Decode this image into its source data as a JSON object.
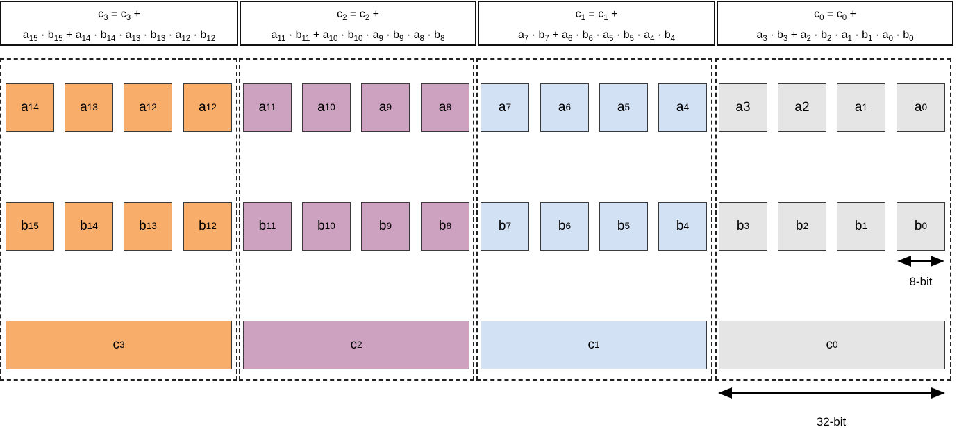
{
  "colors": {
    "orange": "#f9ad6a",
    "purple": "#cda1c0",
    "blue": "#d3e1f5",
    "gray": "#e5e5e5"
  },
  "lanes": [
    {
      "header": {
        "line1": [
          [
            "t",
            "c"
          ],
          [
            "s",
            "3"
          ],
          [
            "t",
            " = c"
          ],
          [
            "s",
            "3"
          ],
          [
            "t",
            " +"
          ]
        ],
        "line2": [
          [
            "t",
            "a"
          ],
          [
            "s",
            "15"
          ],
          [
            "t",
            " · b"
          ],
          [
            "s",
            "15"
          ],
          [
            "t",
            " + a"
          ],
          [
            "s",
            "14"
          ],
          [
            "t",
            " · b"
          ],
          [
            "s",
            "14"
          ],
          [
            "t",
            " · a"
          ],
          [
            "s",
            "13"
          ],
          [
            "t",
            " · b"
          ],
          [
            "s",
            "13"
          ],
          [
            "t",
            " · a"
          ],
          [
            "s",
            "12"
          ],
          [
            "t",
            " · b"
          ],
          [
            "s",
            "12"
          ]
        ]
      },
      "a_cells": [
        [
          "a",
          "14"
        ],
        [
          "a",
          "13"
        ],
        [
          "a",
          "12"
        ],
        [
          "a",
          "12"
        ]
      ],
      "b_cells": [
        [
          "b",
          "15"
        ],
        [
          "b",
          "14"
        ],
        [
          "b",
          "13"
        ],
        [
          "b",
          "12"
        ]
      ],
      "acc": [
        "c",
        "3"
      ]
    },
    {
      "header": {
        "line1": [
          [
            "t",
            "c"
          ],
          [
            "s",
            "2"
          ],
          [
            "t",
            " = c"
          ],
          [
            "s",
            "2"
          ],
          [
            "t",
            " +"
          ]
        ],
        "line2": [
          [
            "t",
            "a"
          ],
          [
            "s",
            "11"
          ],
          [
            "t",
            " · b"
          ],
          [
            "s",
            "11"
          ],
          [
            "t",
            " + a"
          ],
          [
            "s",
            "10"
          ],
          [
            "t",
            " · b"
          ],
          [
            "s",
            "10"
          ],
          [
            "t",
            " · a"
          ],
          [
            "s",
            "9"
          ],
          [
            "t",
            " · b"
          ],
          [
            "s",
            "9"
          ],
          [
            "t",
            " · a"
          ],
          [
            "s",
            "8"
          ],
          [
            "t",
            " · b"
          ],
          [
            "s",
            "8"
          ]
        ]
      },
      "a_cells": [
        [
          "a",
          "11"
        ],
        [
          "a",
          "10"
        ],
        [
          "a",
          "9"
        ],
        [
          "a",
          "8"
        ]
      ],
      "b_cells": [
        [
          "b",
          "11"
        ],
        [
          "b",
          "10"
        ],
        [
          "b",
          "9"
        ],
        [
          "b",
          "8"
        ]
      ],
      "acc": [
        "c",
        "2"
      ]
    },
    {
      "header": {
        "line1": [
          [
            "t",
            "c"
          ],
          [
            "s",
            "1"
          ],
          [
            "t",
            " = c"
          ],
          [
            "s",
            "1"
          ],
          [
            "t",
            " +"
          ]
        ],
        "line2": [
          [
            "t",
            "a"
          ],
          [
            "s",
            "7"
          ],
          [
            "t",
            " · b"
          ],
          [
            "s",
            "7"
          ],
          [
            "t",
            " + a"
          ],
          [
            "s",
            "6"
          ],
          [
            "t",
            " · b"
          ],
          [
            "s",
            "6"
          ],
          [
            "t",
            " · a"
          ],
          [
            "s",
            "5"
          ],
          [
            "t",
            " · b"
          ],
          [
            "s",
            "5"
          ],
          [
            "t",
            " · a"
          ],
          [
            "s",
            "4"
          ],
          [
            "t",
            " · b"
          ],
          [
            "s",
            "4"
          ]
        ]
      },
      "a_cells": [
        [
          "a",
          "7"
        ],
        [
          "a",
          "6"
        ],
        [
          "a",
          "5"
        ],
        [
          "a",
          "4"
        ]
      ],
      "b_cells": [
        [
          "b",
          "7"
        ],
        [
          "b",
          "6"
        ],
        [
          "b",
          "5"
        ],
        [
          "b",
          "4"
        ]
      ],
      "acc": [
        "c",
        "1"
      ]
    },
    {
      "header": {
        "line1": [
          [
            "t",
            "c"
          ],
          [
            "s",
            "0"
          ],
          [
            "t",
            " = c"
          ],
          [
            "s",
            "0"
          ],
          [
            "t",
            " +"
          ]
        ],
        "line2": [
          [
            "t",
            "a"
          ],
          [
            "s",
            "3"
          ],
          [
            "t",
            " · b"
          ],
          [
            "s",
            "3"
          ],
          [
            "t",
            " + a"
          ],
          [
            "s",
            "2"
          ],
          [
            "t",
            " · b"
          ],
          [
            "s",
            "2"
          ],
          [
            "t",
            " · a"
          ],
          [
            "s",
            "1"
          ],
          [
            "t",
            " · b"
          ],
          [
            "s",
            "1"
          ],
          [
            "t",
            " · a"
          ],
          [
            "s",
            "0"
          ],
          [
            "t",
            " · b"
          ],
          [
            "s",
            "0"
          ]
        ]
      },
      "a_cells": [
        [
          "a3",
          ""
        ],
        [
          "a2",
          ""
        ],
        [
          "a",
          "1"
        ],
        [
          "a",
          "0"
        ]
      ],
      "b_cells": [
        [
          "b",
          "3"
        ],
        [
          "b",
          "2"
        ],
        [
          "b",
          "1"
        ],
        [
          "b",
          "0"
        ]
      ],
      "acc": [
        "c",
        "0"
      ]
    }
  ],
  "labels": {
    "bit8": "8-bit",
    "bit32": "32-bit"
  }
}
